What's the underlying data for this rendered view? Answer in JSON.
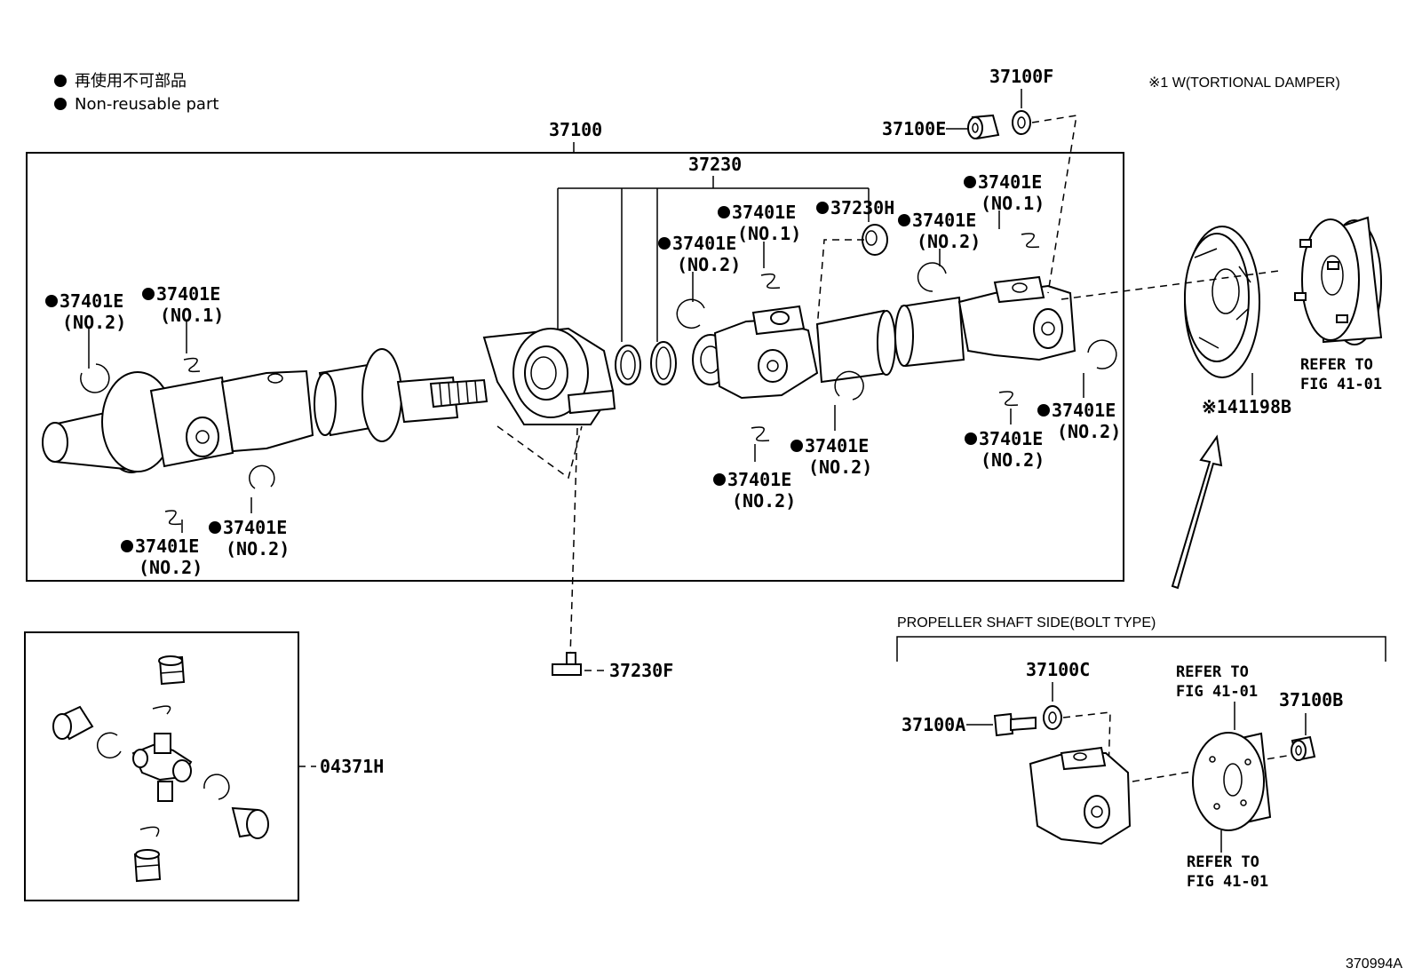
{
  "legend": {
    "line_ja": "再使用不可部品",
    "line_en": "Non-reusable part"
  },
  "notes": {
    "damper_note": "※1 W(TORTIONAL DAMPER)",
    "bolt_type_header": "PROPELLER SHAFT SIDE(BOLT TYPE)",
    "figure_id": "370994A"
  },
  "refer": {
    "line1": "REFER TO",
    "line2": "FIG 41-01"
  },
  "labels": {
    "p37100": "37100",
    "p37230": "37230",
    "p37100F": "37100F",
    "p37100E": "37100E",
    "p37230H": "37230H",
    "p37401E": "37401E",
    "no1": "(NO.1)",
    "no2": "(NO.2)",
    "p41198B": "※141198B",
    "p37230F": "37230F",
    "p04371H": "04371H",
    "p37100C": "37100C",
    "p37100A": "37100A",
    "p37100B": "37100B"
  }
}
